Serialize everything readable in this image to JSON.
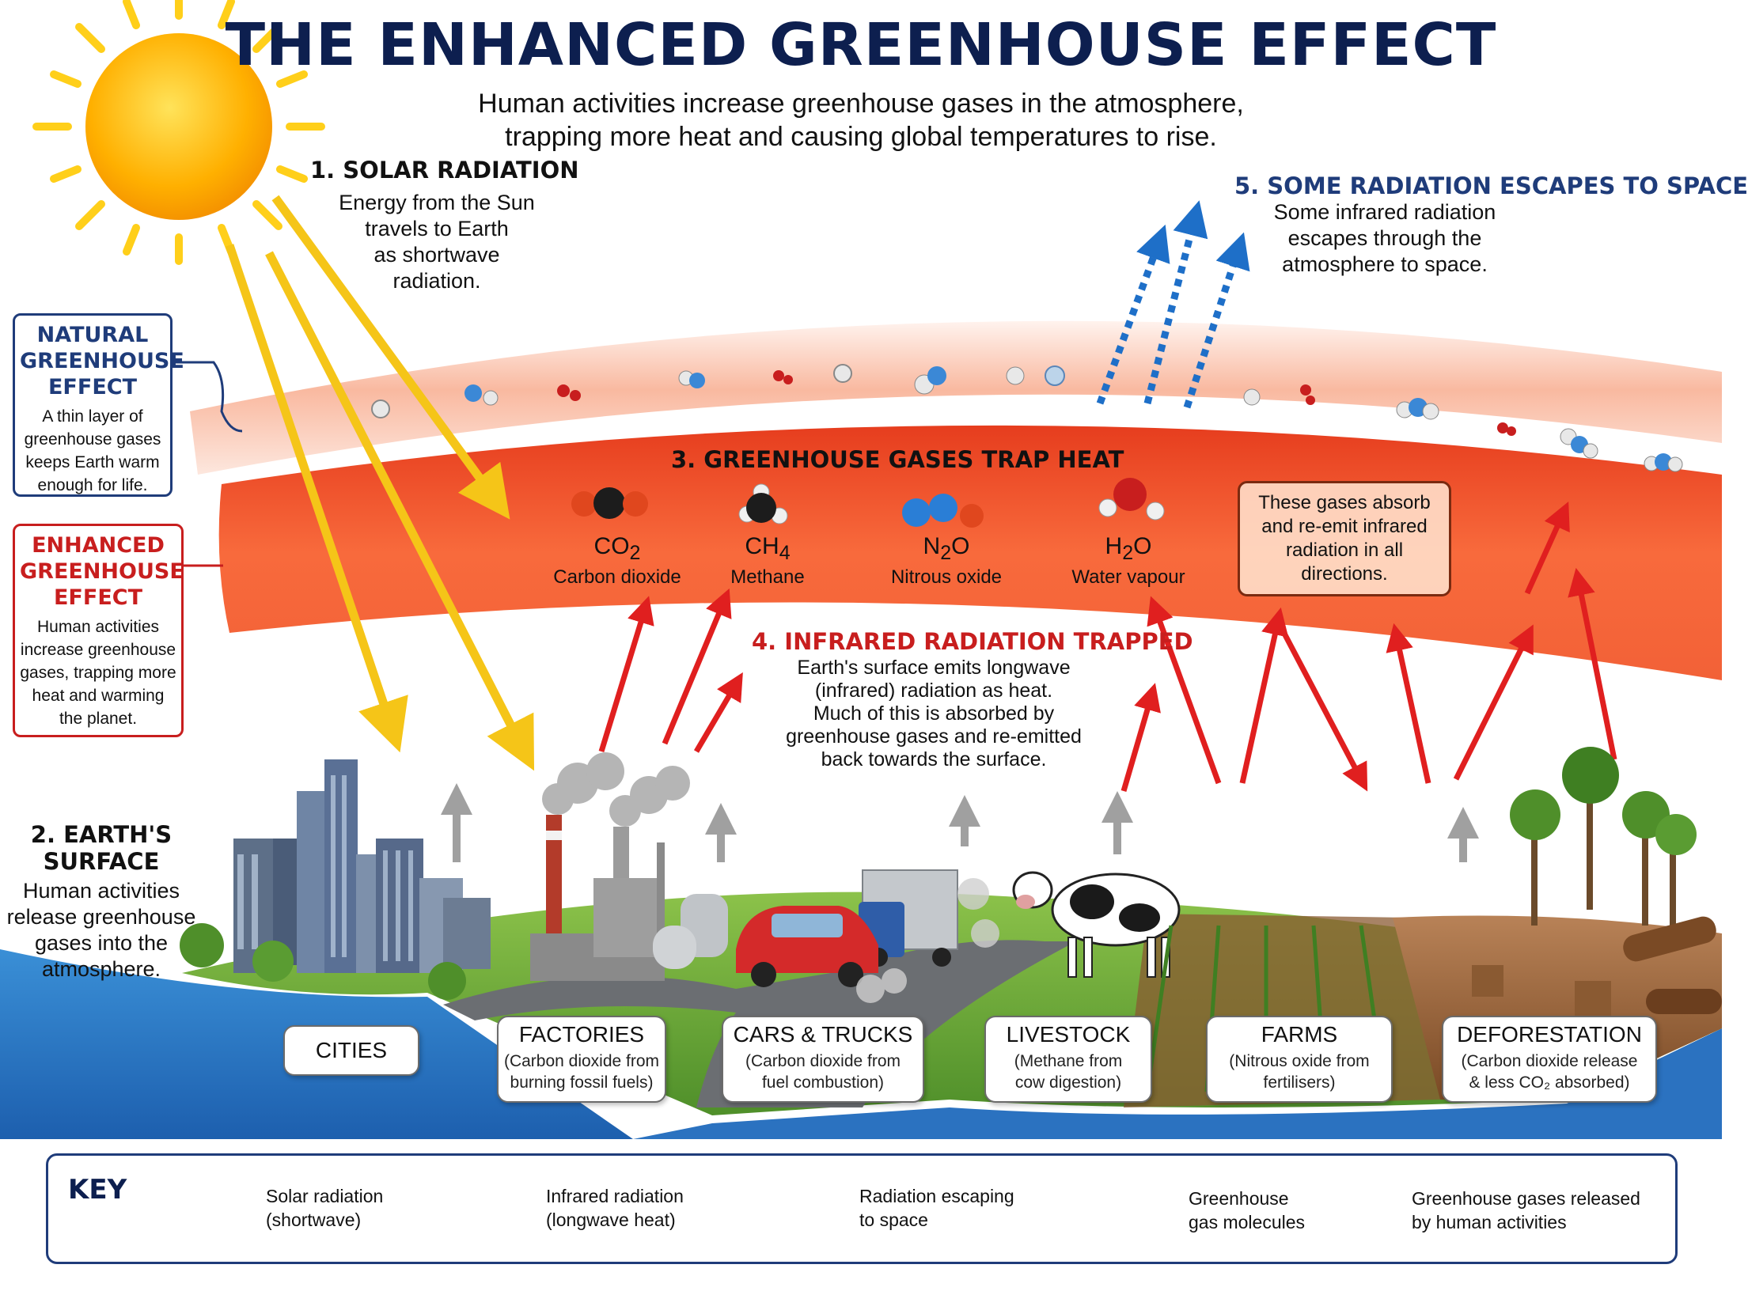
{
  "title": "THE ENHANCED GREENHOUSE EFFECT",
  "subtitle": {
    "line1": "Human activities increase greenhouse gases in the atmosphere,",
    "line2": "trapping more heat and causing global temperatures to rise."
  },
  "steps": {
    "solar": {
      "heading": "1. SOLAR RADIATION",
      "lines": [
        "Energy from the Sun",
        "travels to Earth",
        "as shortwave",
        "radiation."
      ]
    },
    "surface": {
      "heading_line1": "2. EARTH'S",
      "heading_line2": "SURFACE",
      "lines": [
        "Human activities",
        "release greenhouse",
        "gases into the",
        "atmosphere."
      ]
    },
    "trap": {
      "heading": "3. GREENHOUSE GASES TRAP HEAT"
    },
    "infrared": {
      "heading": "4. INFRARED RADIATION TRAPPED",
      "lines": [
        "Earth's surface emits longwave",
        "(infrared) radiation as heat.",
        "Much of this is absorbed by",
        "greenhouse gases and re-emitted",
        "back towards the surface."
      ]
    },
    "escape": {
      "heading": "5. SOME RADIATION ESCAPES TO SPACE",
      "lines": [
        "Some infrared radiation",
        "escapes through the",
        "atmosphere to space."
      ]
    }
  },
  "natural_box": {
    "heading_lines": [
      "NATURAL",
      "GREENHOUSE",
      "EFFECT"
    ],
    "body_lines": [
      "A thin layer of",
      "greenhouse gases",
      "keeps Earth warm",
      "enough for life."
    ]
  },
  "enhanced_box": {
    "heading_lines": [
      "ENHANCED",
      "GREENHOUSE",
      "EFFECT"
    ],
    "body_lines": [
      "Human activities",
      "increase greenhouse",
      "gases, trapping more",
      "heat and warming",
      "the planet."
    ]
  },
  "gases": [
    {
      "formula_main": "CO",
      "formula_sub": "2",
      "formula_end": "",
      "name": "Carbon dioxide"
    },
    {
      "formula_main": "CH",
      "formula_sub": "4",
      "formula_end": "",
      "name": "Methane"
    },
    {
      "formula_main": "N",
      "formula_sub": "2",
      "formula_end": "O",
      "name": "Nitrous oxide"
    },
    {
      "formula_main": "H",
      "formula_sub": "2",
      "formula_end": "O",
      "name": "Water vapour"
    }
  ],
  "absorb_note": {
    "lines": [
      "These gases absorb",
      "and re-emit infrared",
      "radiation in all",
      "directions."
    ]
  },
  "sources": [
    {
      "title": "CITIES",
      "detail_lines": []
    },
    {
      "title": "FACTORIES",
      "detail_lines": [
        "(Carbon dioxide from",
        "burning fossil fuels)"
      ]
    },
    {
      "title": "CARS & TRUCKS",
      "detail_lines": [
        "(Carbon dioxide from",
        "fuel combustion)"
      ]
    },
    {
      "title": "LIVESTOCK",
      "detail_lines": [
        "(Methane from",
        "cow digestion)"
      ]
    },
    {
      "title": "FARMS",
      "detail_lines": [
        "(Nitrous oxide from",
        "fertilisers)"
      ]
    },
    {
      "title": "DEFORESTATION",
      "detail_lines": [
        "(Carbon dioxide release",
        "& less CO₂ absorbed)"
      ]
    }
  ],
  "key": {
    "title": "KEY",
    "items": [
      {
        "lines": [
          "Solar radiation",
          "(shortwave)"
        ],
        "icon": "yellow-arrow-icon"
      },
      {
        "lines": [
          "Infrared radiation",
          "(longwave heat)"
        ],
        "icon": "red-arrow-icon"
      },
      {
        "lines": [
          "Radiation escaping",
          "to space"
        ],
        "icon": "dotted-blue-arrow-icon"
      },
      {
        "lines": [
          "Greenhouse",
          "gas molecules"
        ],
        "icon": "molecules-icon"
      },
      {
        "lines": [
          "Greenhouse gases released",
          "by human activities"
        ],
        "icon": "grey-arrow-icon"
      }
    ]
  },
  "colors": {
    "title": "#0d1f4f",
    "natural": "#1f3c7a",
    "enhanced": "#c81e1e",
    "solar_arrow": "#f5c518",
    "infrared_arrow": "#e01f1f",
    "escape_arrow": "#1e6fc8",
    "release_arrow": "#9a9a9a",
    "atmosphere": "#f2572b"
  }
}
